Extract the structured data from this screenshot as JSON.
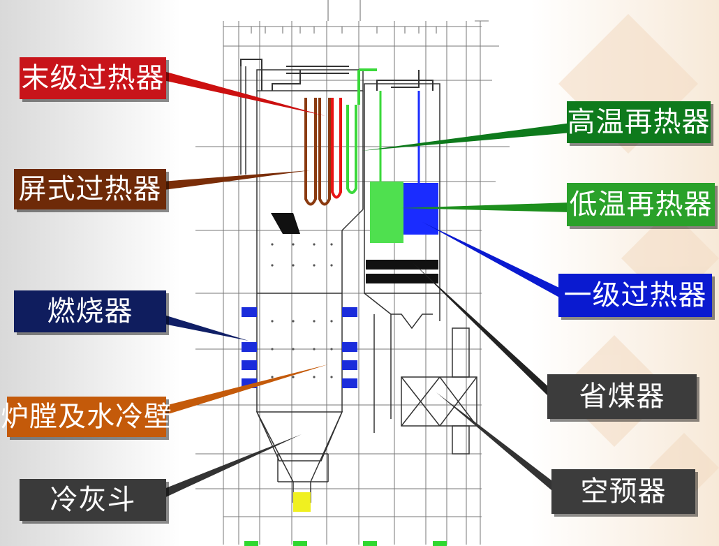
{
  "colors": {
    "red": "#c8141a",
    "brown": "#7a2d08",
    "green": "#1f9e2a",
    "green_light": "#5fd65f",
    "navy": "#101f66",
    "blue": "#0a1ad0",
    "orange": "#c45a0a",
    "gray": "#3c3c3c",
    "drawing_line": "#555555"
  },
  "labels": {
    "final_superheater": "末级过热器",
    "platen_superheater": "屏式过热器",
    "burner": "燃烧器",
    "furnace_waterwall": "炉膛及水冷壁",
    "cold_ash_hopper": "冷灰斗",
    "high_temp_reheater": "高温再热器",
    "low_temp_reheater": "低温再热器",
    "primary_superheater": "一级过热器",
    "economizer": "省煤器",
    "air_preheater": "空预器"
  }
}
